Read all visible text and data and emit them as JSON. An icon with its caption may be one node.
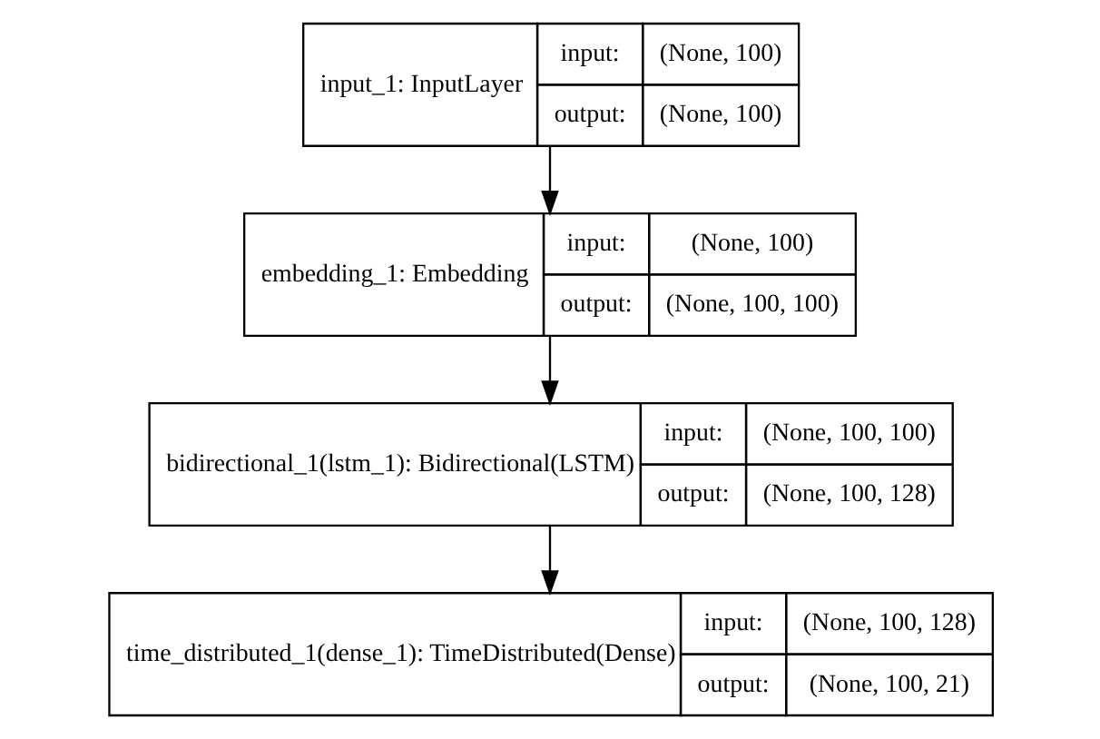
{
  "diagram": {
    "nodes": [
      {
        "text": [
          "input_1: InputLayer",
          "input:",
          "(None, 100)",
          "output:",
          "(None, 100)"
        ]
      },
      {
        "text": [
          "embedding_1: Embedding",
          "input:",
          "(None, 100)",
          "output:",
          "(None, 100, 100)"
        ]
      },
      {
        "text": [
          "bidirectional_1(lstm_1): Bidirectional(LSTM)",
          "input:",
          "(None, 100, 100)",
          "output:",
          "(None, 100, 128)"
        ]
      },
      {
        "text": [
          "time_distributed_1(dense_1): TimeDistributed(Dense)",
          "input:",
          "(None, 100, 128)",
          "output:",
          "(None, 100, 21)"
        ]
      }
    ],
    "edges": [
      {
        "from": 0,
        "to": 1,
        "arrow": "to"
      },
      {
        "from": 1,
        "to": 2,
        "arrow": "to"
      },
      {
        "from": 2,
        "to": 3,
        "arrow": "to"
      }
    ]
  }
}
